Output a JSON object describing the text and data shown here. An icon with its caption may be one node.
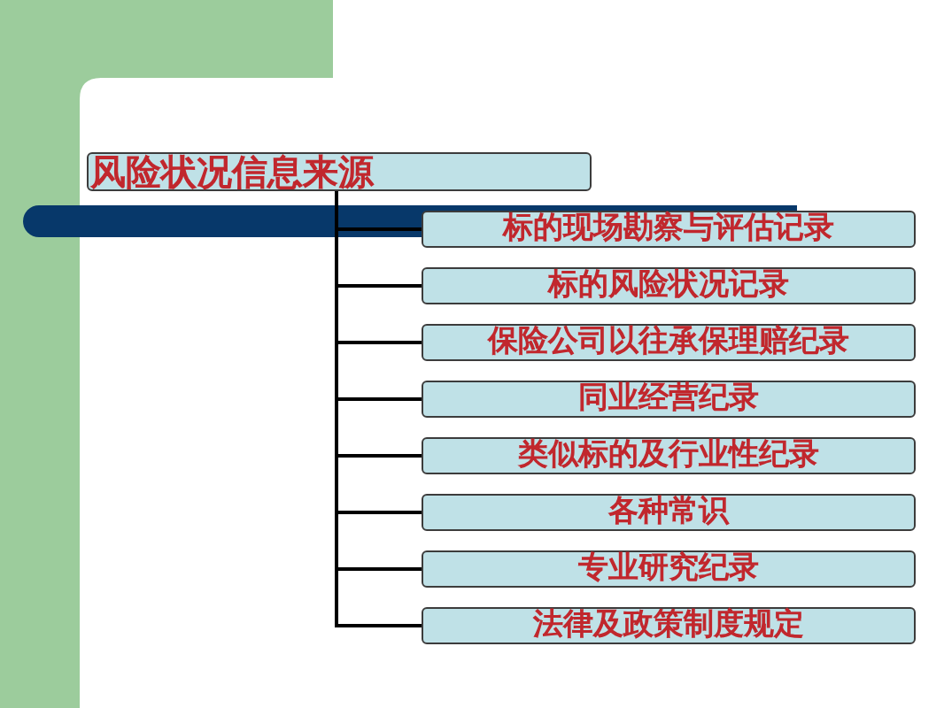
{
  "diagram": {
    "nodes": [
      {
        "text": [
          "风险状况信息来源"
        ]
      },
      {
        "text": [
          "标的现场勘察与评估记录"
        ]
      },
      {
        "text": [
          "标的风险状况记录"
        ]
      },
      {
        "text": [
          "保险公司以往承保理赔纪录"
        ]
      },
      {
        "text": [
          "同业经营纪录"
        ]
      },
      {
        "text": [
          "类似标的及行业性纪录"
        ]
      },
      {
        "text": [
          "各种常识"
        ]
      },
      {
        "text": [
          "专业研究纪录"
        ]
      },
      {
        "text": [
          "法律及政策制度规定"
        ]
      }
    ],
    "edges": [
      {
        "from": 0,
        "to": 1,
        "arrow": "none"
      },
      {
        "from": 0,
        "to": 2,
        "arrow": "none"
      },
      {
        "from": 0,
        "to": 3,
        "arrow": "none"
      },
      {
        "from": 0,
        "to": 4,
        "arrow": "none"
      },
      {
        "from": 0,
        "to": 5,
        "arrow": "none"
      },
      {
        "from": 0,
        "to": 6,
        "arrow": "none"
      },
      {
        "from": 0,
        "to": 7,
        "arrow": "none"
      },
      {
        "from": 0,
        "to": 8,
        "arrow": "none"
      }
    ]
  }
}
